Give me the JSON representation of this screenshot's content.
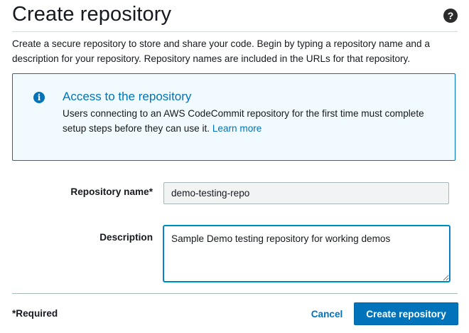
{
  "header": {
    "title": "Create repository",
    "help_icon": "help-question-icon"
  },
  "intro": {
    "text": "Create a secure repository to store and share your code. Begin by typing a repository name and a description for your repository. Repository names are included in the URLs for that repository."
  },
  "info_box": {
    "icon": "info-icon",
    "title": "Access to the repository",
    "text": "Users connecting to an AWS CodeCommit repository for the first time must complete setup steps before they can use it. ",
    "link_label": "Learn more"
  },
  "form": {
    "name_label": "Repository name*",
    "name_value": "demo-testing-repo",
    "description_label": "Description",
    "description_value": "Sample Demo testing repository for working demos"
  },
  "footer": {
    "required_note": "*Required",
    "cancel_label": "Cancel",
    "create_label": "Create repository"
  },
  "colors": {
    "accent": "#0073bb",
    "info_background": "#f1faff",
    "text": "#16191f",
    "divider": "#d5dbdb"
  }
}
